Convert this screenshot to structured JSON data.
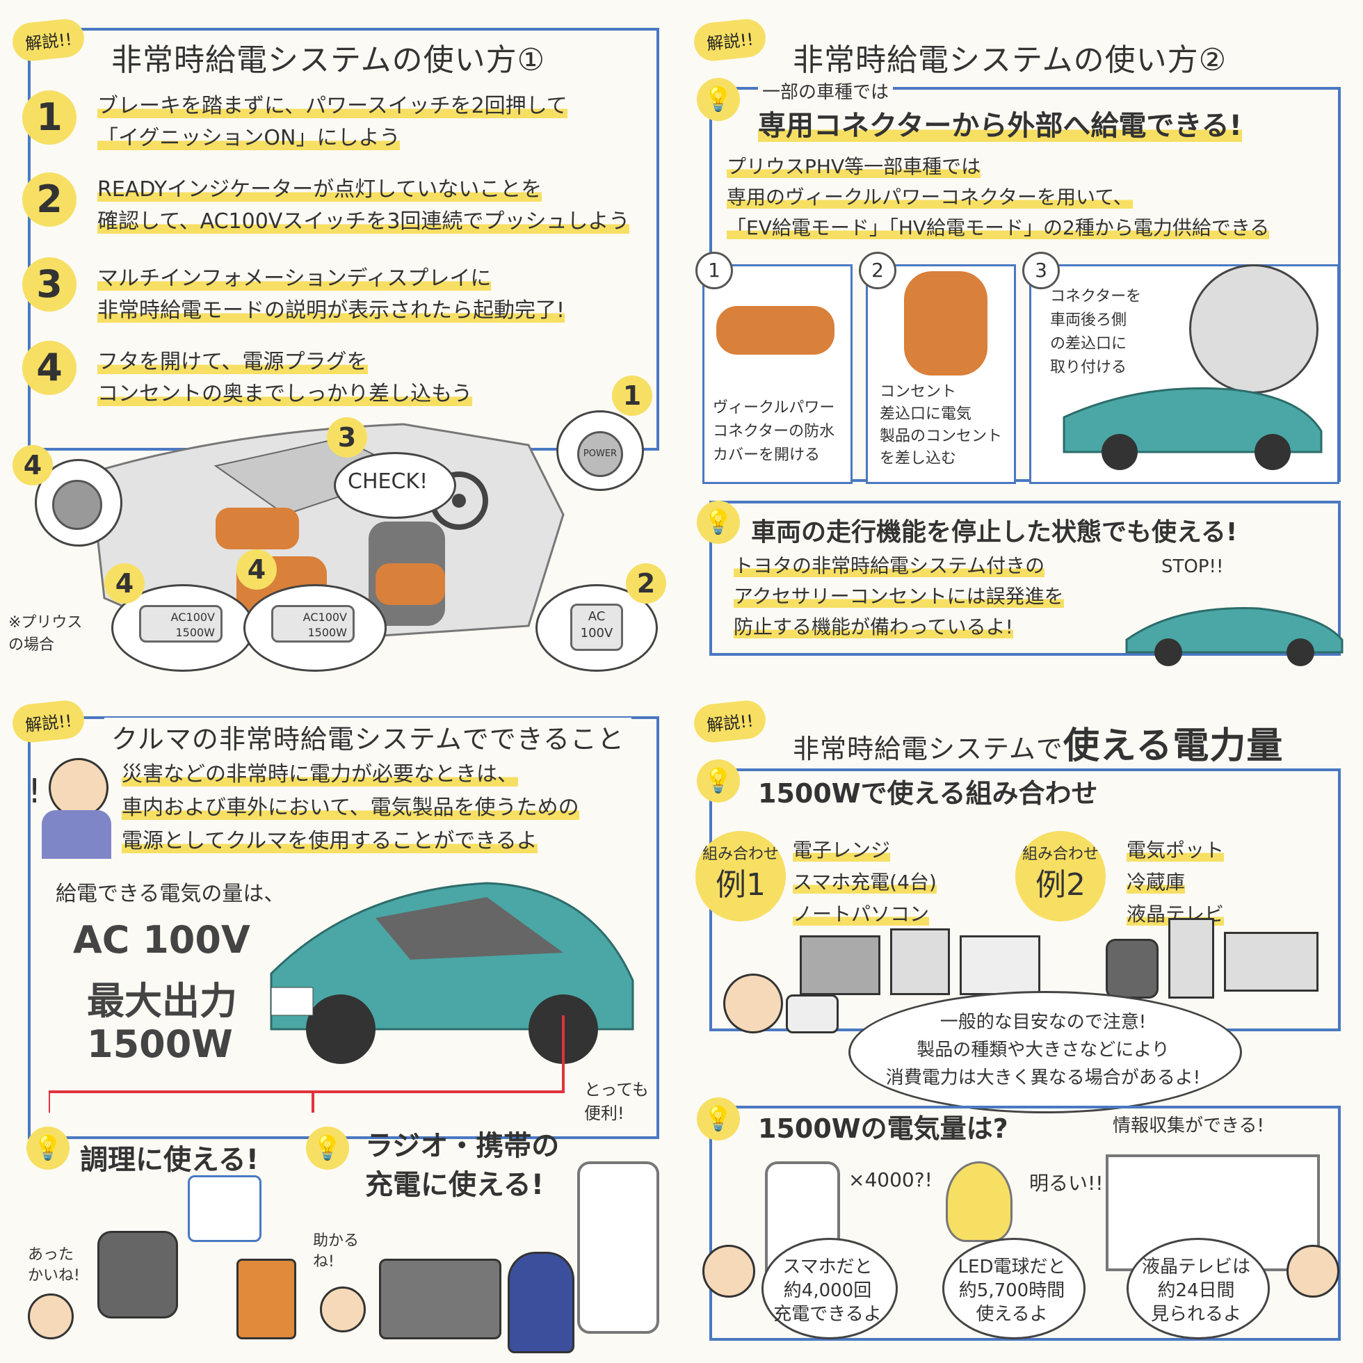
{
  "q1": {
    "tag": "解説!!",
    "title": "非常時給電システムの使い方①",
    "steps": [
      {
        "num": "1",
        "lines": [
          "ブレーキを踏まずに、パワースイッチを2回押して",
          "「イグニッションON」にしよう"
        ]
      },
      {
        "num": "2",
        "lines": [
          "READYインジケーターが点灯していないことを",
          "確認して、AC100Vスイッチを3回連続でプッシュしよう"
        ]
      },
      {
        "num": "3",
        "lines": [
          "マルチインフォメーションディスプレイに",
          "非常時給電モードの説明が表示されたら起動完了!"
        ]
      },
      {
        "num": "4",
        "lines": [
          "フタを開けて、電源プラグを",
          "コンセントの奥までしっかり差し込もう"
        ]
      }
    ],
    "illus": {
      "check": "CHECK!",
      "power": "POWER",
      "outlet_label1": "AC100V",
      "outlet_label2": "1500W",
      "ac_label1": "AC",
      "ac_label2": "100V",
      "note_line1": "※プリウス",
      "note_line2": "の場合",
      "n1": "1",
      "n2": "2",
      "n3": "3",
      "n4a": "4",
      "n4b": "4",
      "n4c": "4"
    }
  },
  "q2": {
    "tag": "解説!!",
    "title": "非常時給電システムの使い方②",
    "sub_small": "一部の車種では",
    "sub_big": "専用コネクターから外部へ給電できる!",
    "body": [
      "プリウスPHV等一部車種では",
      "専用のヴィークルパワーコネクターを用いて、",
      "「EV給電モード」「HV給電モード」の2種から電力供給できる"
    ],
    "cards": [
      {
        "num": "1",
        "lines": [
          "ヴィークルパワー",
          "コネクターの防水",
          "カバーを開ける"
        ]
      },
      {
        "num": "2",
        "lines": [
          "コンセント",
          "差込口に電気",
          "製品のコンセント",
          "を差し込む"
        ]
      },
      {
        "num": "3",
        "lines": [
          "コネクターを",
          "車両後ろ側",
          "の差込口に",
          "取り付ける"
        ]
      }
    ],
    "stop_title": "車両の走行機能を停止した状態でも使える!",
    "stop_body": [
      "トヨタの非常時給電システム付きの",
      "アクセサリーコンセントには誤発進を",
      "防止する機能が備わっているよ!"
    ],
    "stop_badge": "STOP!!"
  },
  "q3": {
    "tag": "解説!!",
    "title": "クルマの非常時給電システムでできること",
    "exclaim": "!",
    "body": [
      "災害などの非常時に電力が必要なときは、",
      "車内および車外において、電気製品を使うための",
      "電源としてクルマを使用することができるよ"
    ],
    "amount_intro": "給電できる電気の量は、",
    "spec": [
      "AC 100V",
      "最大出力",
      "1500W"
    ],
    "convenient": [
      "とっても",
      "便利!"
    ],
    "use1": "調理に使える!",
    "use2_line1": "ラジオ・携帯の",
    "use2_line2": "充電に使える!",
    "person1": [
      "あった",
      "かいね!"
    ],
    "person2": [
      "助かる",
      "ね!"
    ]
  },
  "q4": {
    "tag": "解説!!",
    "title_part1": "非常時給電システムで",
    "title_part2": "使える電力量",
    "combo_title": "1500Wで使える組み合わせ",
    "combo1": {
      "label1": "組み合わせ",
      "label2": "例1",
      "items": [
        "電子レンジ",
        "スマホ充電(4台)",
        "ノートパソコン"
      ]
    },
    "combo2": {
      "label1": "組み合わせ",
      "label2": "例2",
      "items": [
        "電気ポット",
        "冷蔵庫",
        "液晶テレビ"
      ]
    },
    "caution": [
      "一般的な目安なので注意!",
      "製品の種類や大きさなどにより",
      "消費電力は大きく異なる場合があるよ!"
    ],
    "amount_title": "1500Wの電気量は?",
    "info": "情報収集ができる!",
    "times": "×4000?!",
    "bright": "明るい!!",
    "results": [
      [
        "スマホだと",
        "約4,000回",
        "充電できるよ"
      ],
      [
        "LED電球だと",
        "約5,700時間",
        "使えるよ"
      ],
      [
        "液晶テレビは",
        "約24日間",
        "見られるよ"
      ]
    ]
  },
  "colors": {
    "accent_blue": "#4a78c2",
    "highlight_yellow": "#f7df63",
    "car_teal": "#4aa7a5",
    "seat_orange": "#d9803a",
    "cord_red": "#e0333d"
  }
}
